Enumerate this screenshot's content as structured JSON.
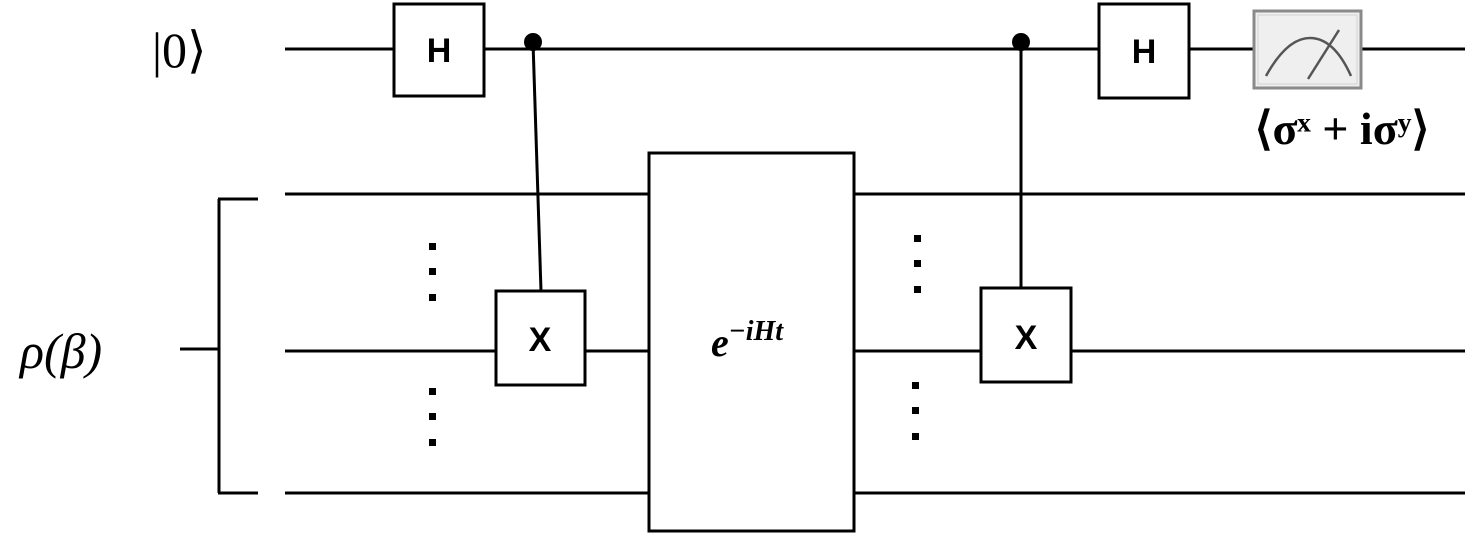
{
  "circuit": {
    "ancilla_label": "|0⟩",
    "register_label": "ρ(β)",
    "hadamard_label": "H",
    "cnot_target_label": "X",
    "evolution_label": {
      "base": "e",
      "exponent": "−iHt"
    },
    "measurement_label": "⟨σˣ + iσʸ⟩"
  }
}
